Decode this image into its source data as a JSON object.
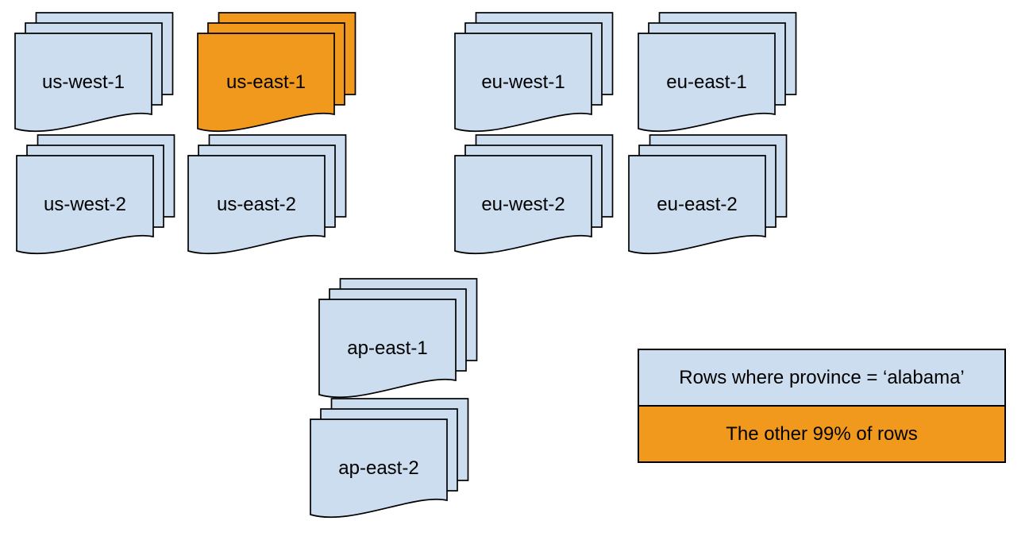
{
  "colors": {
    "background": "#ffffff",
    "region_fill": "#cdddf0",
    "highlight_fill": "#f1991c",
    "stroke": "#000000",
    "text": "#000000"
  },
  "stacks": [
    {
      "label": "us-west-1",
      "highlighted": false,
      "color": "#cdddf0"
    },
    {
      "label": "us-east-1",
      "highlighted": true,
      "color": "#f1991c"
    },
    {
      "label": "eu-west-1",
      "highlighted": false,
      "color": "#cdddf0"
    },
    {
      "label": "eu-east-1",
      "highlighted": false,
      "color": "#cdddf0"
    },
    {
      "label": "us-west-2",
      "highlighted": false,
      "color": "#cdddf0"
    },
    {
      "label": "us-east-2",
      "highlighted": false,
      "color": "#cdddf0"
    },
    {
      "label": "eu-west-2",
      "highlighted": false,
      "color": "#cdddf0"
    },
    {
      "label": "eu-east-2",
      "highlighted": false,
      "color": "#cdddf0"
    },
    {
      "label": "ap-east-1",
      "highlighted": false,
      "color": "#cdddf0"
    },
    {
      "label": "ap-east-2",
      "highlighted": false,
      "color": "#cdddf0"
    }
  ],
  "legend": {
    "items": [
      {
        "label": "Rows where province = ‘alabama’",
        "color": "#cdddf0"
      },
      {
        "label": "The other 99% of rows",
        "color": "#f1991c"
      }
    ]
  }
}
